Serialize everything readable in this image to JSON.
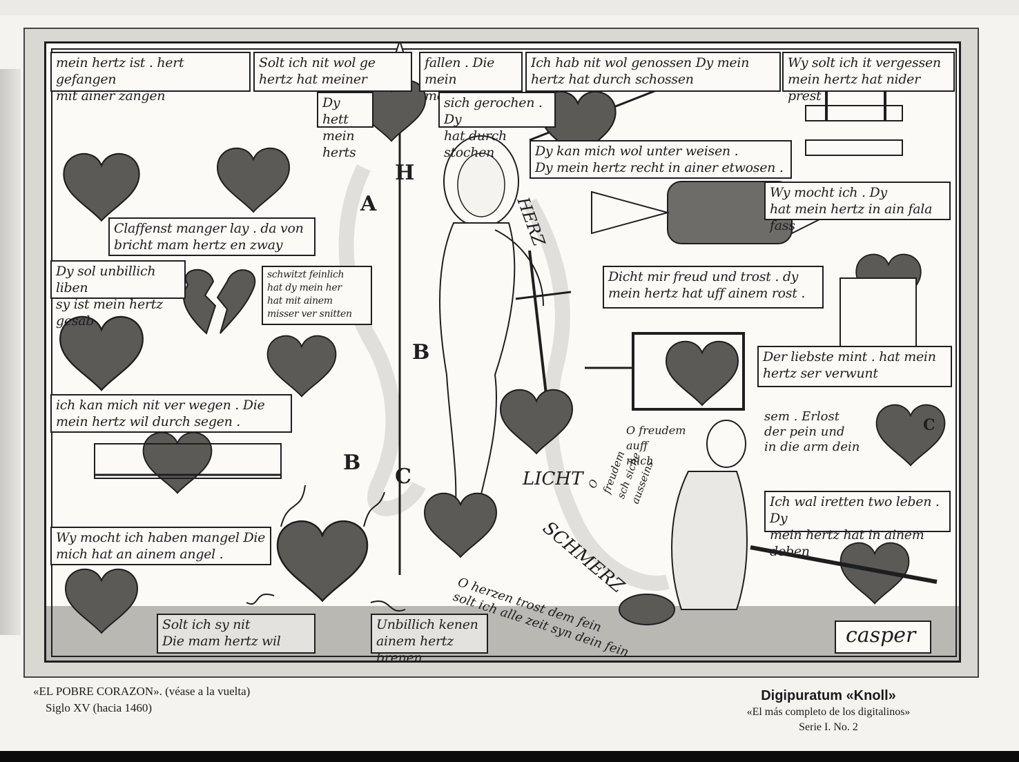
{
  "caption": {
    "title_line": "«EL POBRE CORAZON». (véase a la vuelta)",
    "date_line": "Siglo XV (hacia 1460)"
  },
  "brand": {
    "name": "Digipuratum «Knoll»",
    "tagline": "«El más completo de los digitalinos»",
    "series": "Serie I. No. 2"
  },
  "woodcut": {
    "signature": "casper",
    "verses": [
      "mein hertz ist . hert gefangen\nmit ainer   zangen",
      "Solt ich nit wol ge\nhertz hat meiner",
      "fallen . Die mein\nmeus fallen",
      "Ich hab nit wol genossen Dy mein\nhertz   hat   durch schossen",
      "Wy solt ich it vergessen\nmein hertz hat nider prest",
      "Dy hett\nmein herts",
      "sich gerochen . Dy\nhat durch stochen",
      "Dy kan   mich wol unter weisen .\nDy mein hertz recht in ainer etwosen .",
      "Wy mocht ich  . Dy\nhat mein hertz in ain fala fass",
      "Claffenst manger lay . da von\nbricht mam hertz en zway",
      "Dy sol unbillich liben\nsy ist mein hertz gesab",
      "schwitzt feinlich\nhat dy mein her\nhat mit ainem\nmisser ver snitten",
      "Dicht mir freud und trost . dy\nmein hertz hat uff ainem rost .",
      "Der liebste mint . hat mein\nhertz ser verwunt",
      "ich kan mich nit ver wegen . Die\nmein hertz wil durch segen .",
      "Ich wal iretten two leben . Dy\nmein hertz hat in ainem doben",
      "Wy mocht ich haben mangel Die\nmich hat   an ainem angel .",
      "Solt ich sy nit\nDie mam hertz wil",
      "Unbillich kenen\nainem hertz brenen"
    ],
    "scroll_texts": [
      "sem . Erlost\nder pein und\nin die arm dein",
      "O freudem\nauff\nmich",
      "O herzen trost dem fein\nsolt ich alle zeit syn dein fein",
      "SCHMERZ",
      "LICHT",
      "HERZ",
      "O freudem\nsch siche\nausseins"
    ],
    "scroll_letters": [
      "A",
      "H",
      "B",
      "C",
      "B",
      "C"
    ]
  }
}
